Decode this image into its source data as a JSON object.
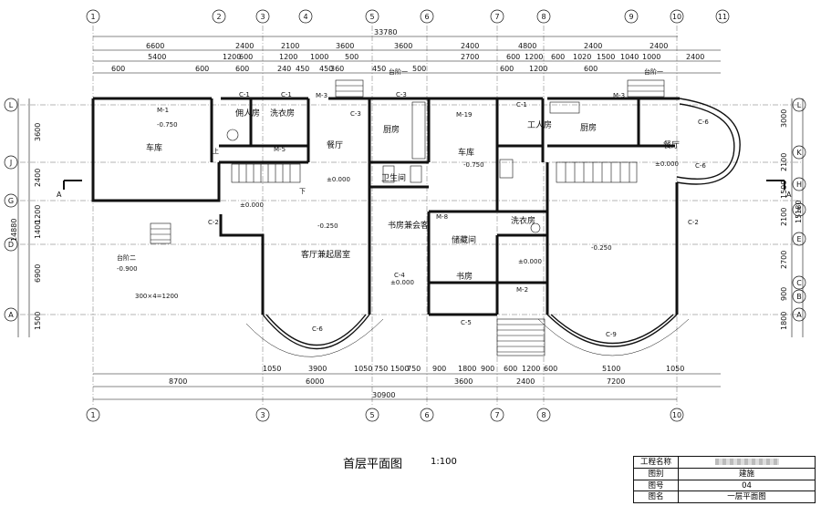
{
  "sheet": {
    "title": "首层平面图",
    "scale": "1:100"
  },
  "title_block": [
    {
      "label": "工程名称",
      "value": ""
    },
    {
      "label": "图别",
      "value": "建施"
    },
    {
      "label": "图号",
      "value": "04"
    },
    {
      "label": "图名",
      "value": "一层平面图"
    }
  ],
  "grid_top": [
    "1",
    "2",
    "3",
    "4",
    "5",
    "6",
    "7",
    "8",
    "9",
    "10",
    "11"
  ],
  "grid_bottom": [
    "1",
    "3",
    "5",
    "6",
    "7",
    "8",
    "10"
  ],
  "grid_left": [
    "L",
    "J",
    "G",
    "D",
    "A"
  ],
  "grid_right": [
    "L",
    "K",
    "H",
    "F",
    "E",
    "C",
    "B",
    "A"
  ],
  "dims_top_total": "33780",
  "dims_top_1": [
    "6600",
    "2400",
    "2100",
    "3600",
    "3600",
    "2400",
    "4800",
    "2400",
    "2400"
  ],
  "dims_top_2": [
    "5400",
    "1200",
    "600",
    "1200",
    "1000",
    "500",
    "2700",
    "600",
    "1200",
    "600",
    "1020",
    "1500",
    "1040",
    "1000",
    "2400"
  ],
  "dims_top_3": [
    "600",
    "600",
    "600",
    "240",
    "450",
    "450",
    "360",
    "450",
    "500",
    "600",
    "1200",
    "600"
  ],
  "dims_bottom_1": [
    "1050",
    "3900",
    "1050",
    "750",
    "1500",
    "750",
    "900",
    "1800",
    "900",
    "600",
    "1200",
    "600",
    "5100",
    "1050"
  ],
  "dims_bottom_2": [
    "8700",
    "6000",
    "3600",
    "2400",
    "7200"
  ],
  "dims_bottom_total": "30900",
  "dims_left_total": "14880",
  "dims_left": [
    "3600",
    "2400",
    "1200",
    "1400",
    "6900",
    "1500"
  ],
  "dims_right_total": "15180",
  "dims_right": [
    "3000",
    "2100",
    "1500",
    "2100",
    "2700",
    "900",
    "1800"
  ],
  "rooms": [
    "车库",
    "厨房",
    "车库",
    "厨房",
    "佣人房",
    "洗衣房",
    "工人房",
    "餐厅",
    "餐厅",
    "卫生间",
    "书房兼会客",
    "储藏间",
    "洗衣房",
    "客厅兼起居室",
    "书房"
  ],
  "labels": {
    "m1": "M-1",
    "m19": "M-19",
    "m3a": "M-3",
    "m3b": "M-3",
    "c1a": "C-1",
    "c1b": "C-1",
    "c1c": "C-1",
    "c3a": "C-3",
    "c3b": "C-3",
    "c4": "C-4",
    "c5": "C-5",
    "c6a": "C-6",
    "c6b": "C-6",
    "c6c": "C-6",
    "c9": "C-9",
    "c2a": "C-2",
    "c2b": "C-2",
    "m2": "M-2",
    "m8": "M-8",
    "m5": "M-5",
    "taijie1": "台阶一",
    "taijie1b": "台阶一",
    "taijie2": "台阶二",
    "stair_note": "300×4=1200",
    "up": "上",
    "down": "下",
    "el_750a": "-0.750",
    "el_750b": "-0.750",
    "el_0a": "±0.000",
    "el_0b": "±0.000",
    "el_0c": "±0.000",
    "el_0d": "±0.000",
    "el_0e": "±0.000",
    "el_250a": "-0.250",
    "el_250b": "-0.250",
    "el_900": "-0.900",
    "mark_a1": "A",
    "mark_a2": "A"
  }
}
